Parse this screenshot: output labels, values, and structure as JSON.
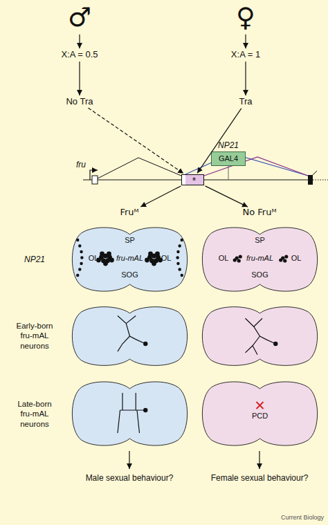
{
  "diagram": {
    "nodes": [
      {
        "text": [
          "♂"
        ]
      },
      {
        "text": [
          "♀"
        ]
      },
      {
        "text": [
          "X:A = 0.5"
        ]
      },
      {
        "text": [
          "X:A = 1"
        ]
      },
      {
        "text": [
          "No Tra"
        ]
      },
      {
        "text": [
          "Tra"
        ]
      },
      {
        "text": [
          "*"
        ]
      },
      {
        "text": [
          "NP21",
          "GAL4"
        ]
      },
      {
        "text": [
          "Fruᴹ"
        ]
      },
      {
        "text": [
          "No Fruᴹ"
        ]
      },
      {
        "text": [
          "SP",
          "OL",
          "fru-mAL",
          "OL",
          "SOG"
        ]
      },
      {
        "text": [
          "SP",
          "OL",
          "fru-mAL",
          "OL",
          "SOG"
        ]
      },
      {
        "text": [
          "PCD"
        ]
      }
    ],
    "edges": [
      {
        "from": 0,
        "to": 2,
        "arrow": "to"
      },
      {
        "from": 1,
        "to": 3,
        "arrow": "to"
      },
      {
        "from": 2,
        "to": 4,
        "arrow": "to"
      },
      {
        "from": 3,
        "to": 5,
        "arrow": "to"
      },
      {
        "from": 4,
        "to": 6,
        "arrow": "to"
      },
      {
        "from": 5,
        "to": 6,
        "arrow": "to"
      },
      {
        "from": 6,
        "to": 8,
        "arrow": "to"
      },
      {
        "from": 6,
        "to": 9,
        "arrow": "to"
      }
    ],
    "labels": [
      "fru",
      "NP21",
      "Early-born fru-mAL neurons",
      "Late-born fru-mAL neurons",
      "Male sexual behaviour?",
      "Female sexual behaviour?",
      "Current Biology"
    ]
  }
}
